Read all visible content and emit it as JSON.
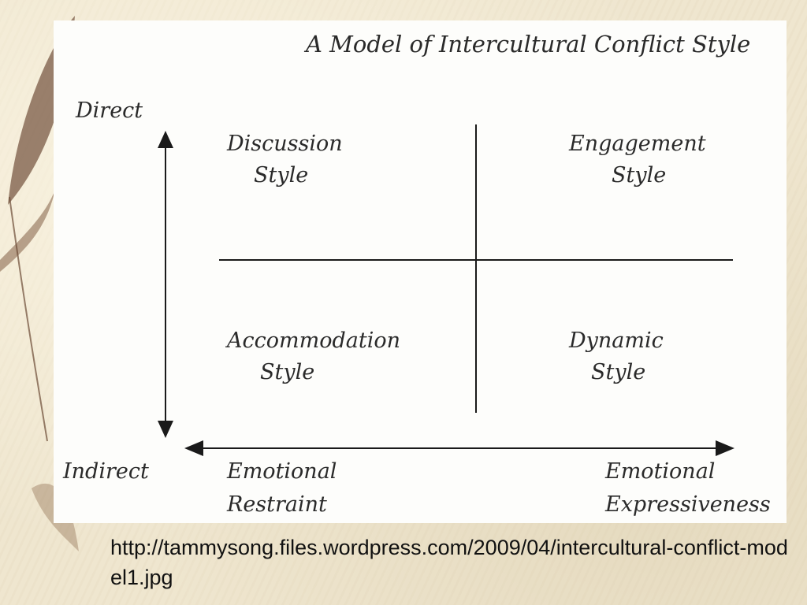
{
  "diagram": {
    "title": "A Model of Intercultural Conflict Style",
    "axis": {
      "top": "Direct",
      "bottom": "Indirect",
      "left": [
        "Emotional",
        "Restraint"
      ],
      "right": [
        "Emotional",
        "Expressiveness"
      ]
    },
    "quadrants": {
      "top_left": [
        "Discussion",
        "Style"
      ],
      "top_right": [
        "Engagement",
        "Style"
      ],
      "bottom_left": [
        "Accommodation",
        "Style"
      ],
      "bottom_right": [
        "Dynamic",
        "Style"
      ]
    }
  },
  "caption": {
    "url": "http://tammysong.files.wordpress.com/2009/04/intercultural-conflict-model1.jpg"
  },
  "colors": {
    "background": "#efe6cf",
    "panel": "#fdfdfb",
    "ink": "#2a2a2a"
  }
}
